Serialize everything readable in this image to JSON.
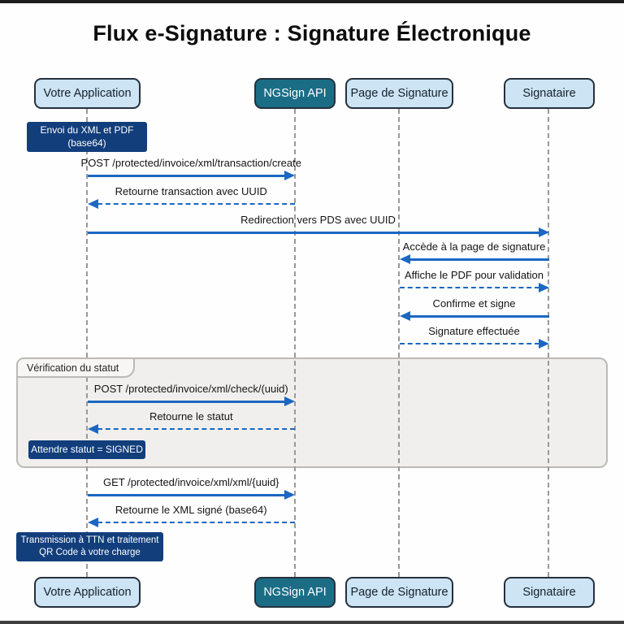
{
  "title": "Flux e-Signature : Signature Électronique",
  "colors": {
    "arrow_blue": "#1b67c2",
    "note_navy": "#123e7c",
    "actor_teal": "#1b6d86",
    "actor_light": "#cde4f4",
    "border_dark": "#25313d"
  },
  "actors": [
    {
      "id": "app",
      "label": "Votre Application",
      "variant": "light"
    },
    {
      "id": "api",
      "label": "NGSign API",
      "variant": "teal"
    },
    {
      "id": "pds",
      "label": "Page de Signature",
      "variant": "light"
    },
    {
      "id": "sig",
      "label": "Signataire",
      "variant": "light"
    }
  ],
  "loop": {
    "label": "Vérification du statut"
  },
  "messages": [
    {
      "from": "app",
      "to": "api",
      "style": "solid",
      "label": "POST /protected/invoice/xml/transaction/create"
    },
    {
      "from": "api",
      "to": "app",
      "style": "dashed",
      "label": "Retourne transaction avec UUID"
    },
    {
      "from": "app",
      "to": "sig",
      "style": "solid",
      "label": "Redirection vers PDS avec UUID"
    },
    {
      "from": "sig",
      "to": "pds",
      "style": "solid",
      "label": "Accède à la page de signature"
    },
    {
      "from": "pds",
      "to": "sig",
      "style": "dashed",
      "label": "Affiche le PDF pour validation"
    },
    {
      "from": "sig",
      "to": "pds",
      "style": "solid",
      "label": "Confirme et signe"
    },
    {
      "from": "pds",
      "to": "sig",
      "style": "dashed",
      "label": "Signature effectuée"
    },
    {
      "from": "app",
      "to": "api",
      "style": "solid",
      "label": "POST /protected/invoice/xml/check/(uuid)"
    },
    {
      "from": "api",
      "to": "app",
      "style": "dashed",
      "label": "Retourne le statut"
    },
    {
      "from": "app",
      "to": "api",
      "style": "solid",
      "label": "GET /protected/invoice/xml/xml/{uuid}"
    },
    {
      "from": "api",
      "to": "app",
      "style": "dashed",
      "label": "Retourne le XML signé (base64)"
    }
  ],
  "notes": [
    {
      "lines": [
        "Envoi du XML et PDF",
        "(base64)"
      ]
    },
    {
      "lines": [
        "Attendre statut = SIGNED"
      ]
    },
    {
      "lines": [
        "Transmission à TTN et traitement",
        "QR Code à votre charge"
      ]
    }
  ]
}
